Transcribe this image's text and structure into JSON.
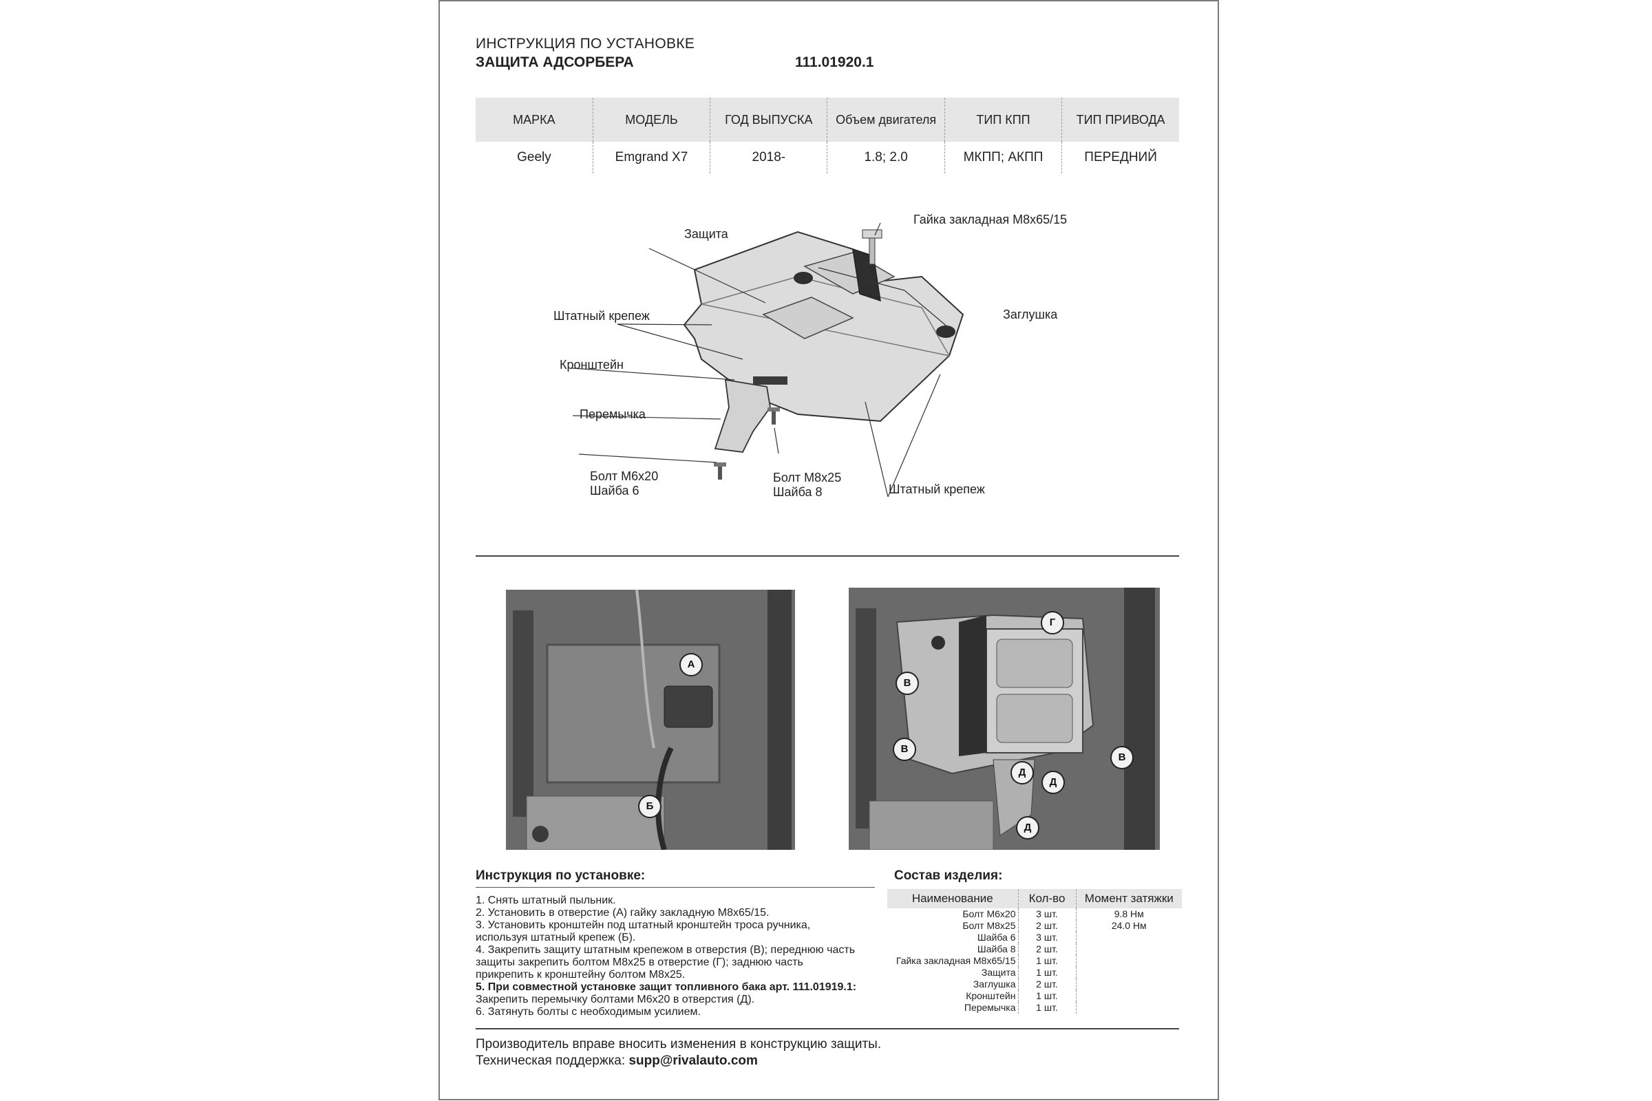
{
  "header": {
    "title": "ИНСТРУКЦИЯ ПО УСТАНОВКЕ",
    "product": "ЗАЩИТА АДСОРБЕРА",
    "article": "111.01920.1"
  },
  "spec_table": {
    "headers": [
      "МАРКА",
      "МОДЕЛЬ",
      "ГОД ВЫПУСКА",
      "Объем двигателя",
      "ТИП КПП",
      "ТИП ПРИВОДА"
    ],
    "row": [
      "Geely",
      "Emgrand X7",
      "2018-",
      "1.8; 2.0",
      "МКПП; АКПП",
      "ПЕРЕДНИЙ"
    ]
  },
  "diagram": {
    "labels": {
      "zashchita": "Защита",
      "gayka": "Гайка закладная М8х65/15",
      "shtatny_top": "Штатный крепеж",
      "zaglushka": "Заглушка",
      "kronshteyn": "Кронштейн",
      "peremychka": "Перемычка",
      "bolt_m6_1": "Болт М6х20",
      "bolt_m6_2": "Шайба 6",
      "bolt_m8_1": "Болт М8х25",
      "bolt_m8_2": "Шайба 8",
      "shtatny_bottom": "Штатный крепеж"
    }
  },
  "photos": {
    "left_markers": [
      "А",
      "Б"
    ],
    "right_markers": [
      "Г",
      "В",
      "В",
      "В",
      "Д",
      "Д",
      "Д"
    ]
  },
  "instructions": {
    "title": "Инструкция по установке:",
    "steps": [
      "1. Снять штатный пыльник.",
      "2. Установить в отверстие (А) гайку закладную М8х65/15.",
      "3. Установить кронштейн под штатный кронштейн троса ручника,",
      "используя штатный крепеж (Б).",
      "4. Закрепить защиту штатным крепежом в отверстия (В); переднюю часть",
      "защиты закрепить болтом М8х25 в отверстие (Г); заднюю часть",
      "прикрепить к кронштейну болтом М8х25.",
      "5. При совместной установке защит топливного бака арт. 111.01919.1:",
      "Закрепить перемычку болтами М6х20 в отверстия (Д).",
      "6. Затянуть болты с необходимым усилием."
    ]
  },
  "parts": {
    "title": "Состав изделия:",
    "headers": [
      "Наименование",
      "Кол-во",
      "Момент затяжки"
    ],
    "rows": [
      [
        "Болт М6х20",
        "3 шт.",
        "9.8 Нм"
      ],
      [
        "Болт М8х25",
        "2 шт.",
        "24.0 Нм"
      ],
      [
        "Шайба 6",
        "3 шт.",
        ""
      ],
      [
        "Шайба 8",
        "2 шт.",
        ""
      ],
      [
        "Гайка закладная М8х65/15",
        "1 шт.",
        ""
      ],
      [
        "Защита",
        "1 шт.",
        ""
      ],
      [
        "Заглушка",
        "2 шт.",
        ""
      ],
      [
        "Кронштейн",
        "1 шт.",
        ""
      ],
      [
        "Перемычка",
        "1 шт.",
        ""
      ]
    ]
  },
  "footer": {
    "note": "Производитель вправе вносить изменения в конструкцию защиты.",
    "support_label": "Техническая поддержка:",
    "support_email": "supp@rivalauto.com"
  }
}
